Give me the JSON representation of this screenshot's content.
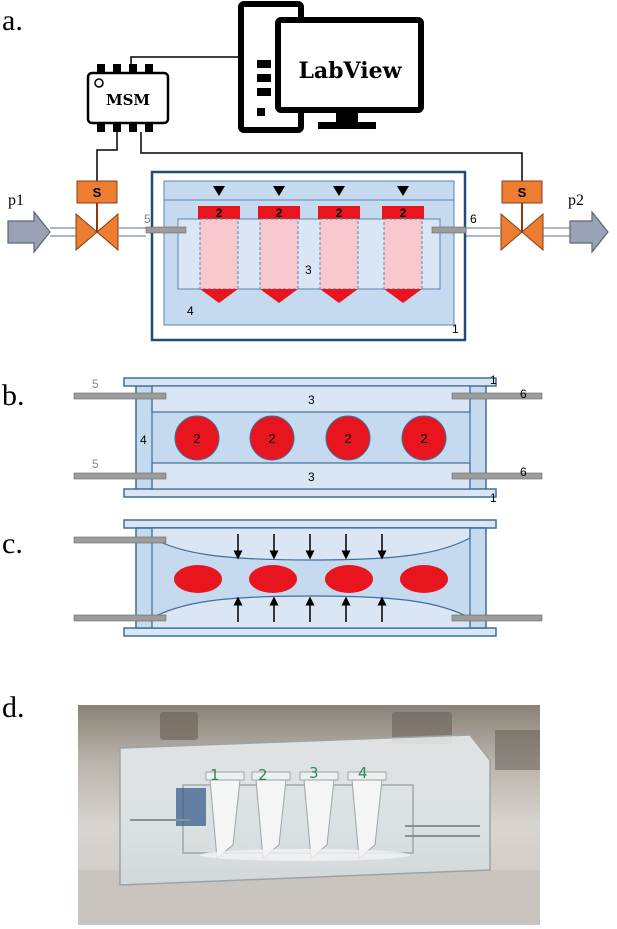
{
  "panels": {
    "a": "a.",
    "b": "b.",
    "c": "c.",
    "d": "d."
  },
  "panel_a": {
    "computer_label": "LabView",
    "controller_label": "MSM",
    "valve_left": "S",
    "valve_right": "S",
    "port_left": "p1",
    "port_right": "p2",
    "tube_labels": [
      "2",
      "2",
      "2",
      "2"
    ],
    "inlet_label": "5",
    "outlet_label": "6",
    "chamber_label": "3",
    "fluid_label": "4",
    "frame_label": "1"
  },
  "panel_b": {
    "inlet_top": "5",
    "inlet_bottom": "5",
    "outlet_top": "6",
    "outlet_bottom": "6",
    "frame_top": "1",
    "frame_bottom": "1",
    "chamber_top": "3",
    "chamber_bottom": "3",
    "fluid": "4",
    "drops": [
      "2",
      "2",
      "2",
      "2"
    ]
  },
  "panel_d": {
    "tube_marks": [
      "1",
      "2",
      "3",
      "4"
    ]
  },
  "colors": {
    "fluid": "#c5d9ef",
    "chamber": "#dbe6f4",
    "border": "#3f6f9a",
    "tube_red": "#e8151f",
    "tube_pink": "#f7c8ce",
    "valve_orange": "#ed7d31",
    "arrow_gray": "#9aa3b5"
  }
}
